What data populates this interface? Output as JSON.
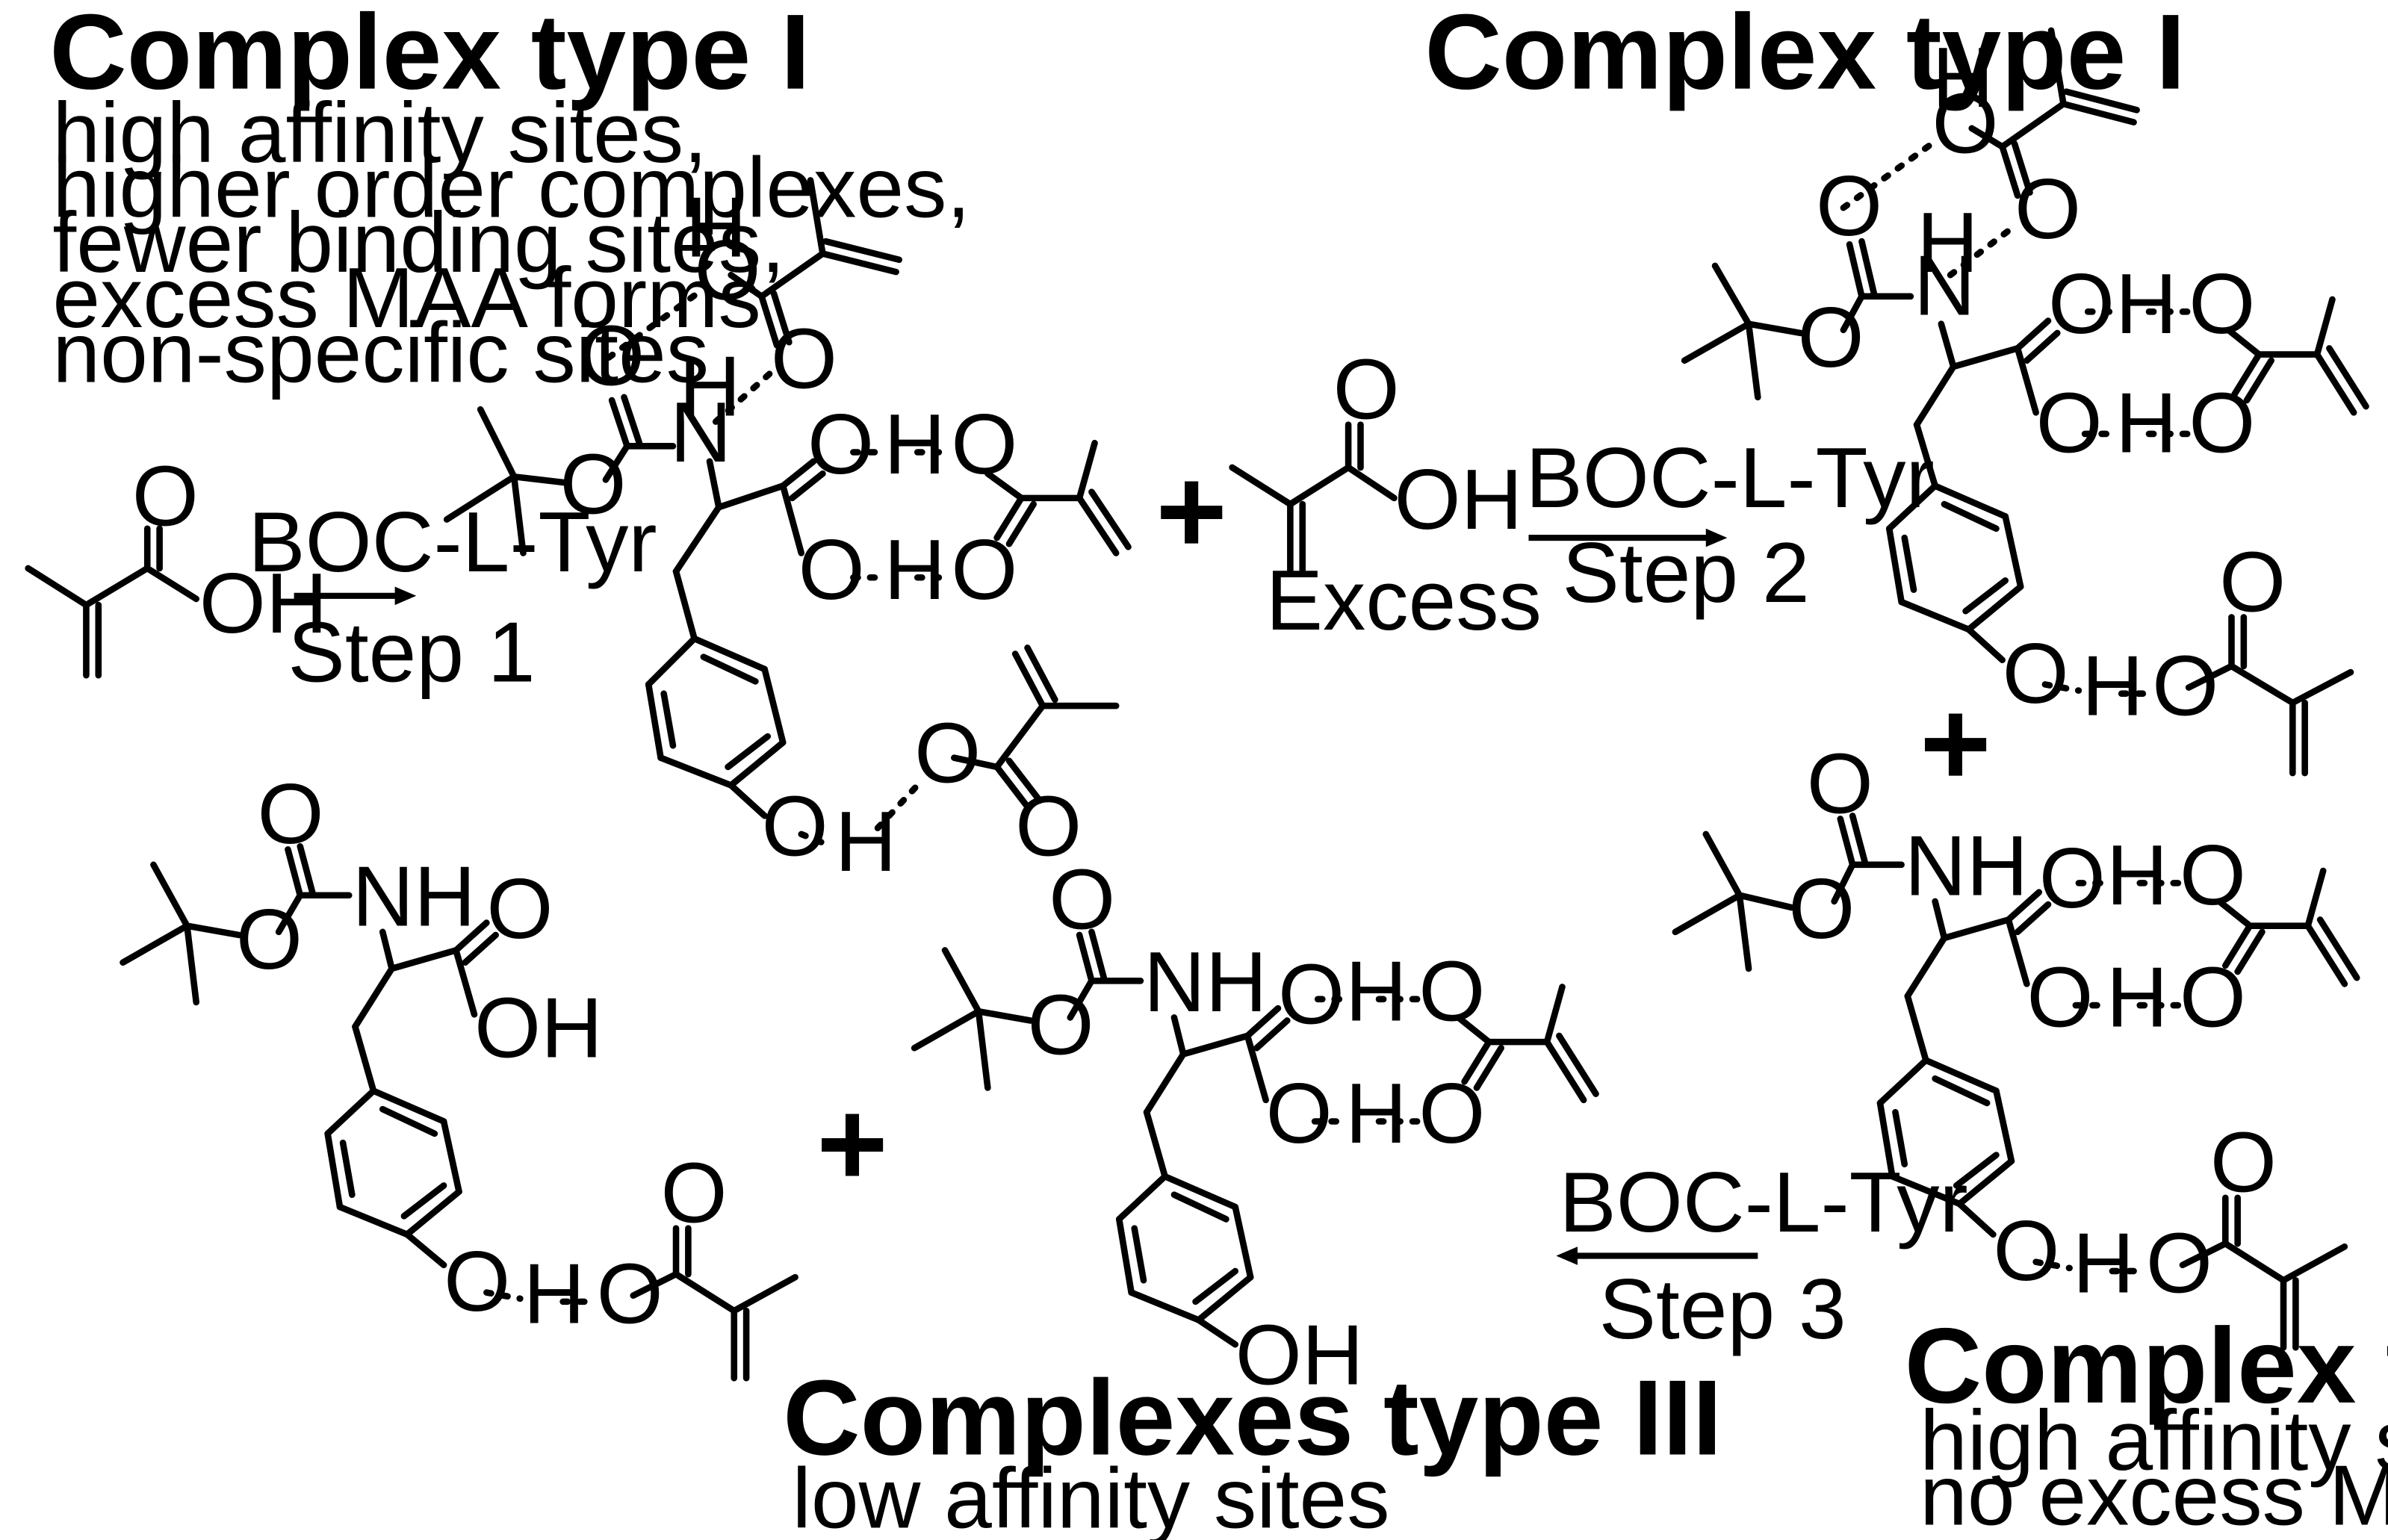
{
  "titles": {
    "complex_type_i_left": "Complex type I",
    "complex_type_i_right": "Complex type I",
    "complex_type_ii": "Complex type II",
    "complexes_type_iii": "Complexes type III"
  },
  "descriptions": {
    "type_i": [
      "high affinity sites,",
      "higher order complexes,",
      "fewer binding sites,",
      "excess MAA forms",
      "non-specific sites"
    ],
    "type_ii": [
      "high affinity sites,",
      "no excess MAA"
    ],
    "type_iii": [
      "low affinity sites"
    ]
  },
  "steps": {
    "step1": {
      "reagent": "BOC-L-Tyr",
      "label": "Step 1"
    },
    "step2": {
      "reagent": "BOC-L-Tyr",
      "label": "Step 2"
    },
    "step3": {
      "reagent": "BOC-L-Tyr",
      "label": "Step 3"
    }
  },
  "excess_label": "Excess",
  "plus_sign": "+",
  "atoms": {
    "O": "O",
    "H": "H",
    "NH": "NH",
    "N": "N",
    "OH": "OH"
  }
}
